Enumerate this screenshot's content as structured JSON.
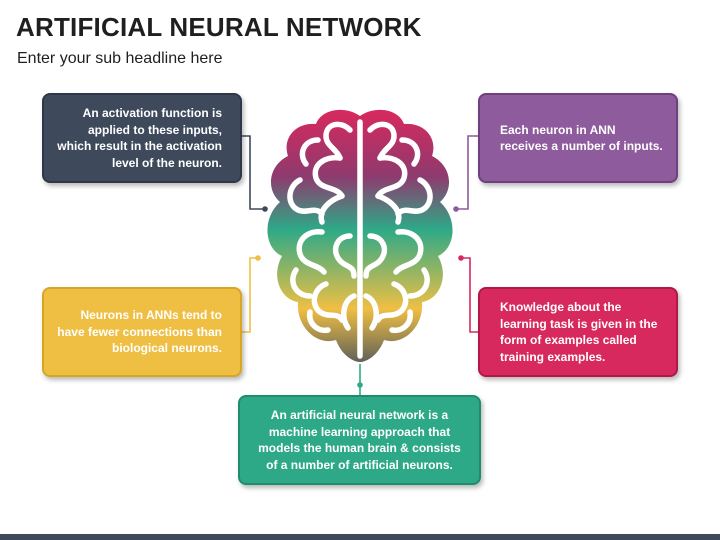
{
  "header": {
    "title": "ARTIFICIAL NEURAL NETWORK",
    "subtitle": "Enter your sub headline here"
  },
  "boxes": {
    "top_left": "An activation function is applied to these inputs, which result in the activation level of the neuron.",
    "top_right": "Each neuron in ANN receives a number of inputs.",
    "middle_left": "Neurons in ANNs tend to have fewer connections than biological neurons.",
    "middle_right": "Knowledge about the learning task is given in the form of examples called training examples.",
    "bottom_center": "An artificial neural network is a machine learning approach that models the human brain & consists of a number of artificial neurons."
  },
  "colors": {
    "slate": "#3e4a5c",
    "purple": "#8e5b9d",
    "yellow": "#efbf44",
    "magenta": "#d8295e",
    "teal": "#2ea987"
  },
  "icons": {
    "center": "brain-icon"
  }
}
